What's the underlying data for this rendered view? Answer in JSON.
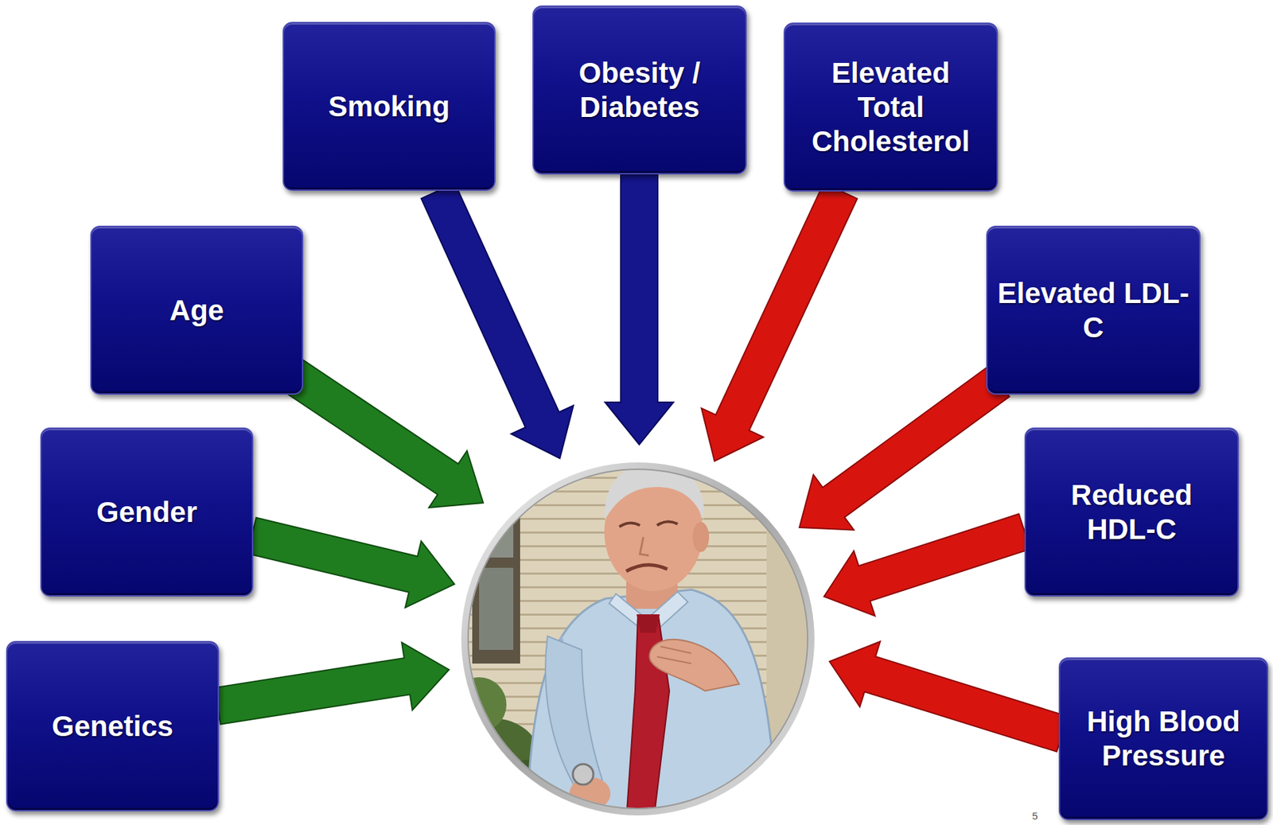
{
  "diagram": {
    "nodes": [
      {
        "text": [
          "Smoking"
        ]
      },
      {
        "text": [
          "Obesity / Diabetes"
        ]
      },
      {
        "text": [
          "Elevated Total Cholesterol"
        ]
      },
      {
        "text": [
          "Age"
        ]
      },
      {
        "text": [
          "Elevated LDL-C"
        ]
      },
      {
        "text": [
          "Gender"
        ]
      },
      {
        "text": [
          "Reduced HDL-C"
        ]
      },
      {
        "text": [
          "Genetics"
        ]
      },
      {
        "text": [
          "High Blood Pressure"
        ]
      }
    ],
    "labels": [
      "5"
    ]
  }
}
